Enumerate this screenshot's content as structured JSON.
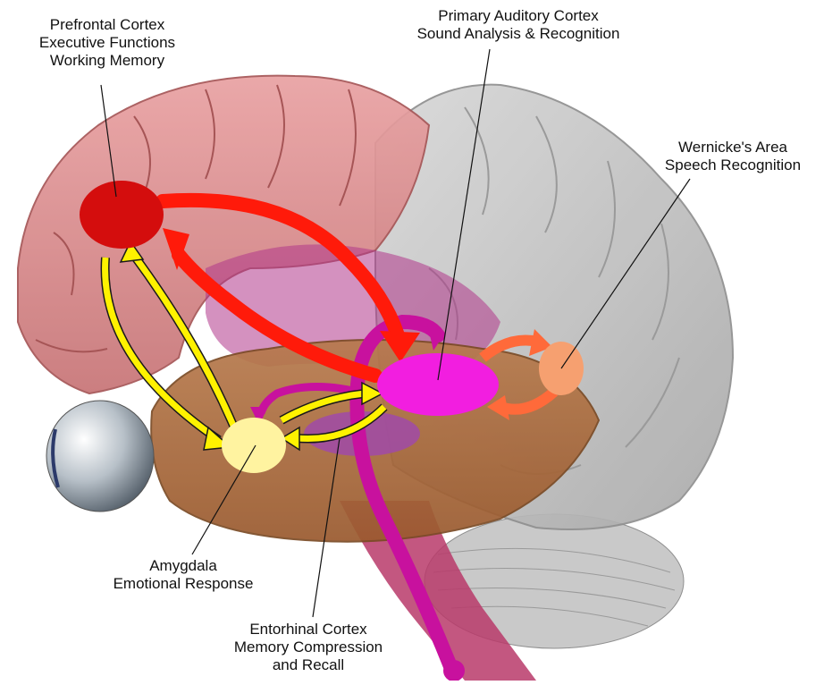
{
  "labels": {
    "prefrontal": [
      "Prefrontal Cortex",
      "Executive Functions",
      "Working Memory"
    ],
    "auditory": [
      "Primary Auditory Cortex",
      "Sound Analysis & Recognition"
    ],
    "wernicke": [
      "Wernicke's Area",
      "Speech Recognition"
    ],
    "amygdala": [
      "Amygdala",
      "Emotional Response"
    ],
    "entorhinal": [
      "Entorhinal Cortex",
      "Memory Compression",
      "and Recall"
    ]
  },
  "colors": {
    "prefrontal": "#d40d0d",
    "auditory": "#f21ee0",
    "wernicke": "#f6a070",
    "amygdala": "#fff3a0",
    "entorhinal": "#a04aa8",
    "red_arrow": "#ff1a0a",
    "yellow_arrow": "#fff200",
    "magenta_arrow": "#c8119e",
    "orange_arrow": "#ff6a3a"
  }
}
